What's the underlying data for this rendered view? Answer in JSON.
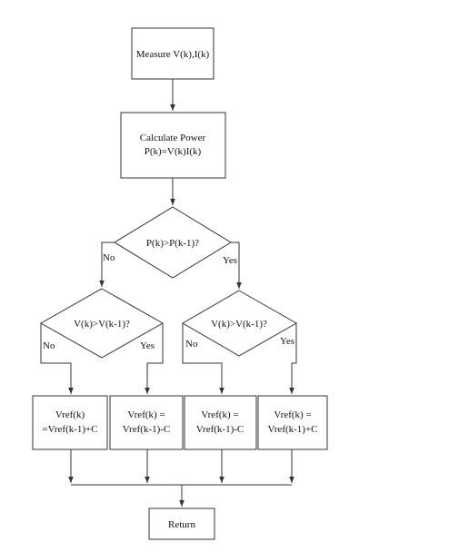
{
  "nodes": {
    "measure": {
      "text": "Measure V(k),I(k)"
    },
    "calc": {
      "line1": "Calculate Power",
      "line2": "P(k)=V(k)I(k)"
    },
    "dec_p": {
      "text": "P(k)>P(k-1)?"
    },
    "dec_v_left": {
      "text": "V(k)>V(k-1)?"
    },
    "dec_v_right": {
      "text": "V(k)>V(k-1)?"
    },
    "box1": {
      "line1": "Vref(k)",
      "line2": "=Vref(k-1)+C"
    },
    "box2": {
      "line1": "Vref(k) =",
      "line2": "Vref(k-1)-C"
    },
    "box3": {
      "line1": "Vref(k) =",
      "line2": "Vref(k-1)-C"
    },
    "box4": {
      "line1": "Vref(k) =",
      "line2": "Vref(k-1)+C"
    },
    "return": {
      "text": "Return"
    }
  },
  "edges": {
    "p_no": "No",
    "p_yes": "Yes",
    "vl_no": "No",
    "vl_yes": "Yes",
    "vr_no": "No",
    "vr_yes": "Yes"
  },
  "colors": {
    "stroke": "#333333",
    "text": "#111111",
    "background": "#ffffff"
  }
}
